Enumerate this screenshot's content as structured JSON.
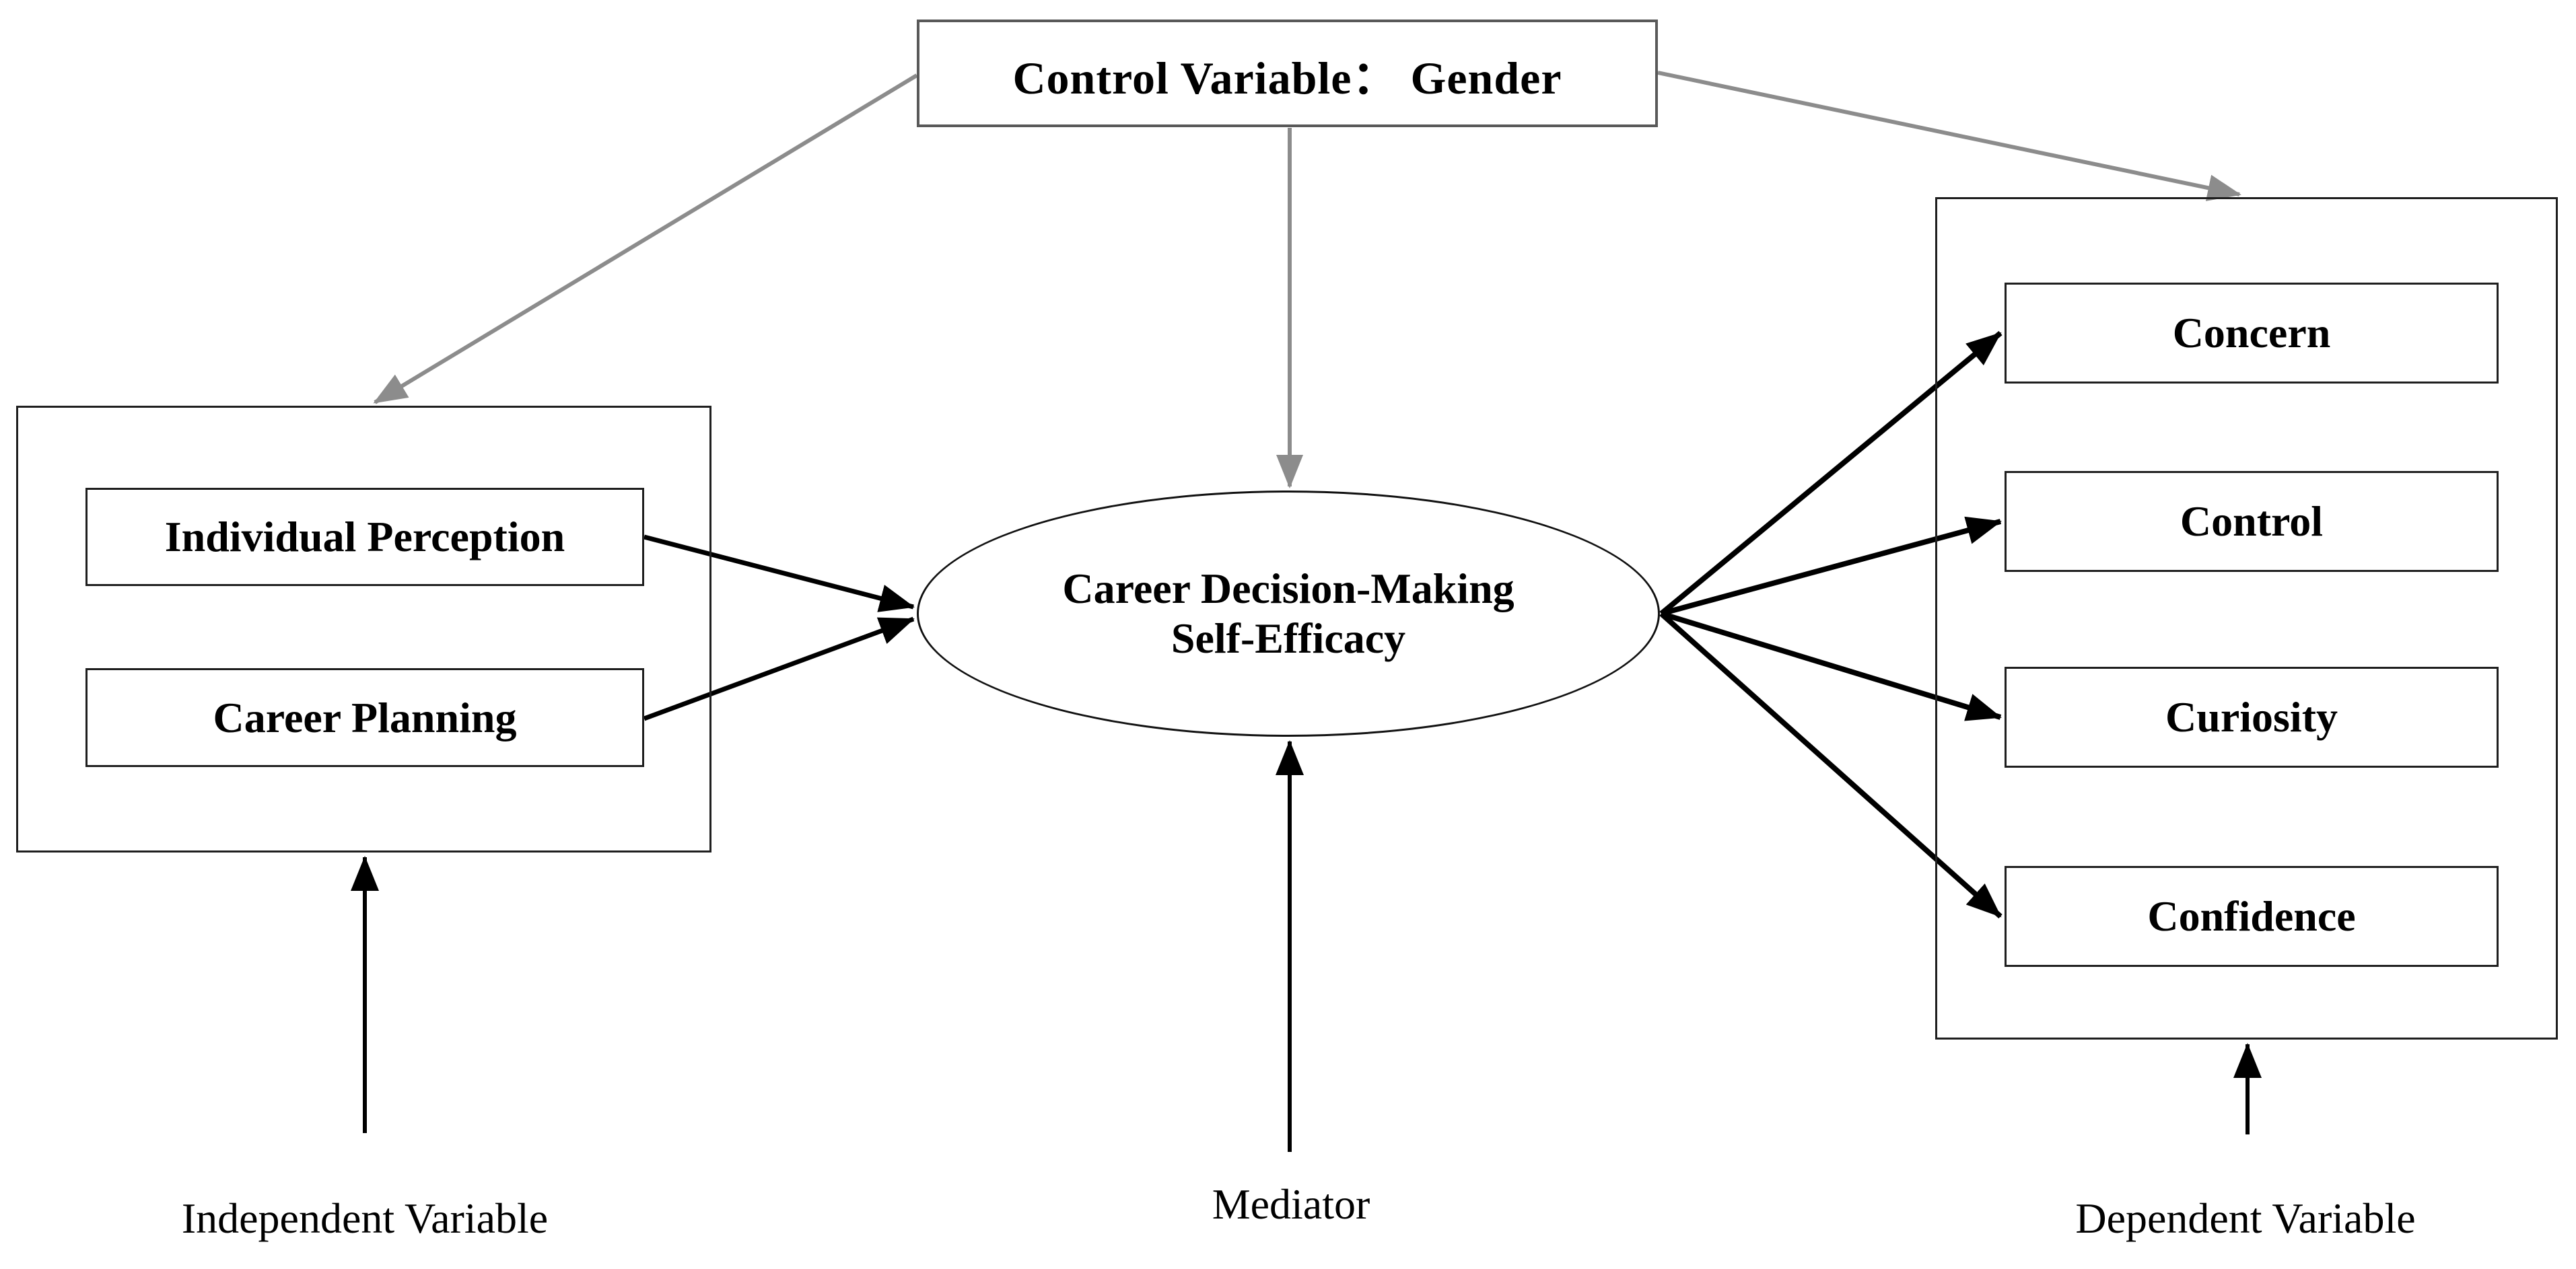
{
  "diagram": {
    "control": {
      "label": "Control Variable： Gender"
    },
    "independent_group": {
      "label": "Independent Variable",
      "items": [
        {
          "label": "Individual Perception"
        },
        {
          "label": "Career Planning"
        }
      ]
    },
    "mediator_group": {
      "label": "Mediator",
      "ellipse_line1": "Career Decision-Making",
      "ellipse_line2": "Self-Efficacy"
    },
    "dependent_group": {
      "label": "Dependent Variable",
      "items": [
        {
          "label": "Concern"
        },
        {
          "label": "Control"
        },
        {
          "label": "Curiosity"
        },
        {
          "label": "Confidence"
        }
      ]
    },
    "colors": {
      "arrow_black": "#000000",
      "arrow_gray": "#8c8c8c",
      "control_box_border": "#595959",
      "box_border": "#1f1f1f",
      "text": "#000000",
      "background": "#ffffff"
    }
  }
}
